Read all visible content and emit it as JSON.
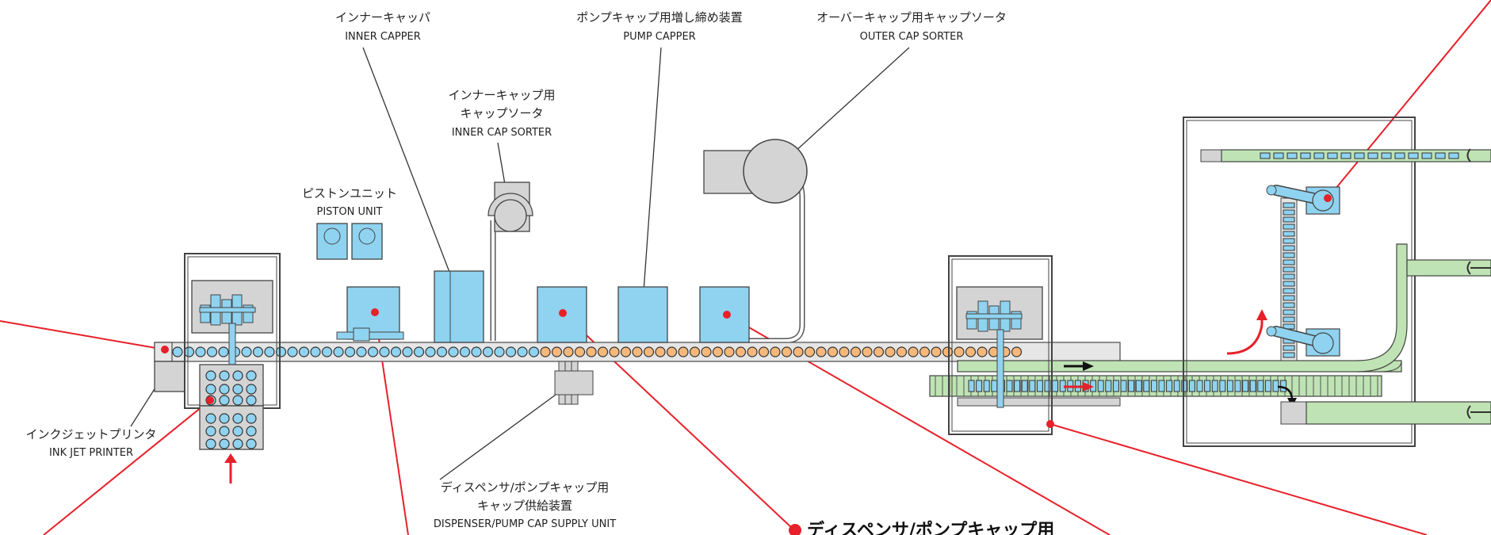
{
  "labels": {
    "inner_capper": {
      "ja": "インナーキャッパ",
      "en": "INNER CAPPER"
    },
    "pump_capper": {
      "ja": "ポンプキャップ用増し締め装置",
      "en": "PUMP CAPPER"
    },
    "outer_cap_sorter": {
      "ja": "オーバーキャップ用キャップソータ",
      "en": "OUTER CAP SORTER"
    },
    "inner_cap_sorter": {
      "ja1": "インナーキャップ用",
      "ja2": "キャップソータ",
      "en": "INNER CAP SORTER"
    },
    "piston_unit": {
      "ja": "ピストンユニット",
      "en": "PISTON UNIT"
    },
    "ink_jet_printer": {
      "ja": "インクジェットプリンタ",
      "en": "INK JET PRINTER"
    },
    "dispenser_supply": {
      "ja1": "ディスペンサ/ポンプキャップ用",
      "ja2": "キャップ供給装置",
      "en": "DISPENSER/PUMP CAP SUPPLY UNIT"
    }
  },
  "callout": {
    "text": "ディスペンサ/ポンプキャップ用"
  },
  "colors": {
    "machine_blue": "#8fd3f0",
    "machine_gray": "#d4d4d4",
    "conveyor_green": "#bfe3b4",
    "bottle_orange": "#f6b87a",
    "leader_red": "#e8202a",
    "outline": "#444444"
  }
}
